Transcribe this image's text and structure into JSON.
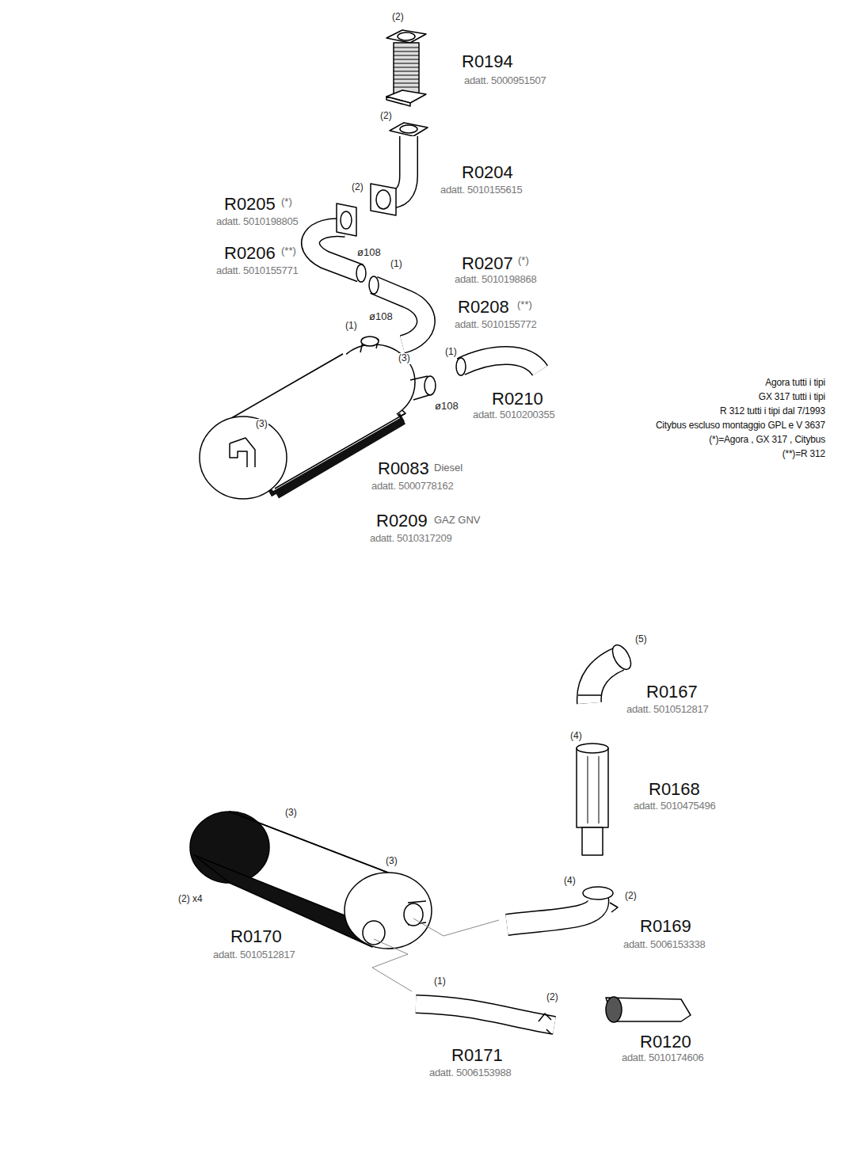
{
  "diagram": {
    "labels": [
      "(2)",
      "R0194",
      "adatt. 5000951507",
      "(2)",
      "R0204",
      "adatt. 5010155615",
      "(2)",
      "R0205",
      "(*)",
      "adatt. 5010198805",
      "R0206",
      "(**)",
      "adatt. 5010155771",
      "ø108",
      "(1)",
      "R0207",
      "(*)",
      "adatt. 5010198868",
      "ø108",
      "R0208",
      "(**)",
      "adatt. 5010155772",
      "(1)",
      "(3)",
      "(1)",
      "R0210",
      "adatt. 5010200355",
      "ø108",
      "(3)",
      "R0083",
      "Diesel",
      "adatt. 5000778162",
      "R0209",
      "GAZ GNV",
      "adatt. 5010317209",
      "Agora tutti i tipi",
      "GX 317 tutti i tipi",
      "R 312 tutti i tipi dal 7/1993",
      "Citybus escluso montaggio GPL e V 3637",
      "(*)=Agora , GX 317 , Citybus",
      "(**)=R 312",
      "(5)",
      "R0167",
      "adatt. 5010512817",
      "(4)",
      "R0168",
      "adatt. 5010475496",
      "(3)",
      "(3)",
      "(4)",
      "(2)",
      "(2) x4",
      "R0169",
      "adatt. 5006153338",
      "R0170",
      "adatt. 5010512817",
      "(1)",
      "(2)",
      "R0171",
      "adatt. 5006153988",
      "R0120",
      "adatt. 5010174606"
    ]
  }
}
